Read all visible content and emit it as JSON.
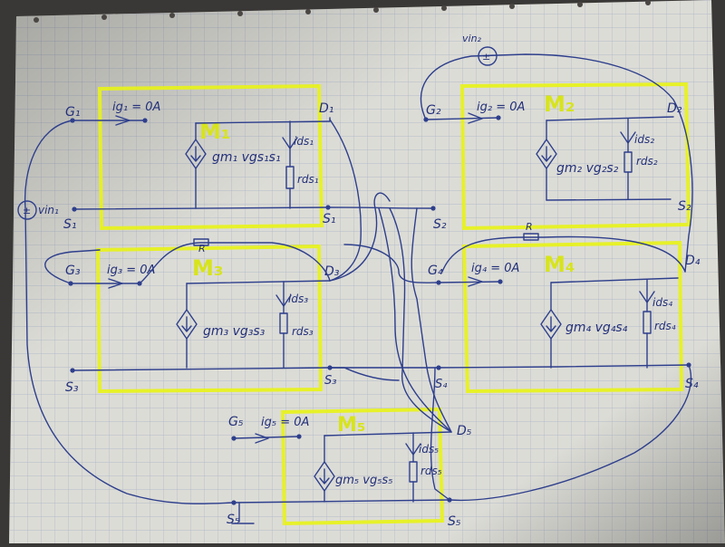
{
  "labels": {
    "G1": "G₁",
    "D1": "D₁",
    "S1_left": "S₁",
    "S1_right": "S₁",
    "G2": "G₂",
    "D2": "D₂",
    "S2_left": "S₂",
    "S2_right": "S₂",
    "G3": "G₃",
    "D3": "D₃",
    "S3_left": "S₃",
    "S3_right": "S₃",
    "G4": "G₄",
    "D4": "D₄",
    "S4_left": "S₄",
    "S4_right": "S₄",
    "G5": "G₅",
    "D5": "D₅",
    "S5_left": "S₅",
    "S5_right": "S₅"
  },
  "blocks": {
    "m1": {
      "title": "M₁",
      "ig": "ig₁ = 0A",
      "source": "gm₁ vgs₁s₁",
      "ids": "ids₁",
      "rds": "rds₁"
    },
    "m2": {
      "title": "M₂",
      "ig": "ig₂ = 0A",
      "source": "gm₂ vg₂s₂",
      "ids": "ids₂",
      "rds": "rds₂"
    },
    "m3": {
      "title": "M₃",
      "ig": "ig₃ = 0A",
      "source": "gm₃ vg₃s₃",
      "ids": "ids₃",
      "rds": "rds₃"
    },
    "m4": {
      "title": "M₄",
      "ig": "ig₄ = 0A",
      "source": "gm₄ vg₄s₄",
      "ids": "ids₄",
      "rds": "rds₄"
    },
    "m5": {
      "title": "M₅",
      "ig": "ig₅ = 0A",
      "source": "gm₅ vg₅s₅",
      "ids": "ids₅",
      "rds": "rds₅"
    }
  },
  "sources": {
    "vin1": "vin₁",
    "vin2": "vin₂"
  },
  "resistors": {
    "r_top": "R",
    "r_right": "R"
  },
  "colors": {
    "ink": "#2e3f8c",
    "highlight": "#e7f21a",
    "paper": "#dcdcd6",
    "grid": "#a9b4c8"
  }
}
